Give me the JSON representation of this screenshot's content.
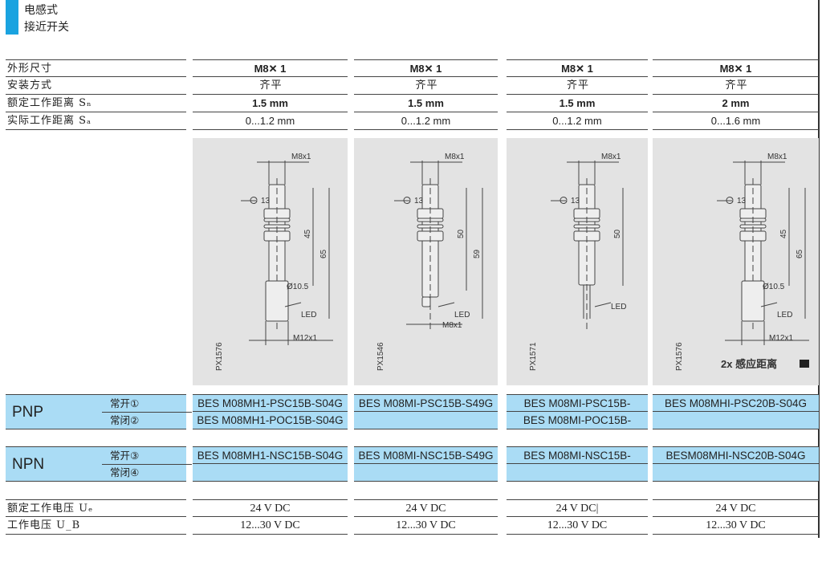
{
  "header": {
    "line1": "电感式",
    "line2": "接近开关"
  },
  "specs": {
    "labels": [
      "外形尺寸",
      "安装方式",
      "额定工作距离 Sₙ",
      "实际工作距离 Sₐ"
    ],
    "columns": [
      {
        "size": "M8✕ 1",
        "mount": "齐平",
        "sn": "1.5 mm",
        "sa": "0...1.2 mm"
      },
      {
        "size": "M8✕ 1",
        "mount": "齐平",
        "sn": "1.5 mm",
        "sa": "0...1.2 mm"
      },
      {
        "size": "M8✕ 1",
        "mount": "齐平",
        "sn": "1.5 mm",
        "sa": "0...1.2 mm"
      },
      {
        "size": "M8✕ 1",
        "mount": "齐平",
        "sn": "2 mm",
        "sa": "0...1.6 mm"
      }
    ]
  },
  "drawings": [
    {
      "code": "PX1576",
      "thread": "M8x1",
      "wrench": "13",
      "dim1": "45",
      "dim2": "65",
      "dia": "Ø10.5",
      "led": "LED",
      "bottom": "M12x1",
      "note": ""
    },
    {
      "code": "PX1546",
      "thread": "M8x1",
      "wrench": "13",
      "dim1": "50",
      "dim2": "59",
      "dia": "",
      "led": "LED",
      "bottom": "M8x1",
      "note": ""
    },
    {
      "code": "PX1571",
      "thread": "M8x1",
      "wrench": "13",
      "dim1": "50",
      "dim2": "",
      "dia": "",
      "led": "LED",
      "bottom": "",
      "note": ""
    },
    {
      "code": "PX1576",
      "thread": "M8x1",
      "wrench": "13",
      "dim1": "45",
      "dim2": "65",
      "dia": "Ø10.5",
      "led": "LED",
      "bottom": "M12x1",
      "note": "2x 感应距离"
    }
  ],
  "pnp": {
    "label": "PNP",
    "no": "常开①",
    "nc": "常闭②",
    "no_parts": [
      "BES M08MH1-PSC15B-S04G",
      "BES M08MI-PSC15B-S49G",
      "BES M08MI-PSC15B-",
      "BES M08MHI-PSC20B-S04G"
    ],
    "nc_parts": [
      "BES M08MH1-POC15B-S04G",
      "",
      "BES M08MI-POC15B-",
      ""
    ]
  },
  "npn": {
    "label": "NPN",
    "no": "常开③",
    "nc": "常闭④",
    "no_parts": [
      "BES M08MH1-NSC15B-S04G",
      "BES M08MI-NSC15B-S49G",
      "BES M08MI-NSC15B-",
      "BESM08MHI-NSC20B-S04G"
    ],
    "nc_parts": [
      "",
      "",
      "",
      ""
    ]
  },
  "voltage": {
    "labels": [
      "额定工作电压 Uₑ",
      "工作电压 U_B"
    ],
    "ue": [
      "24 V DC",
      "24 V DC",
      "24 V DC|",
      "24 V DC"
    ],
    "ub": [
      "12...30 V DC",
      "12...30 V DC",
      "12...30 V DC",
      "12...30 V DC"
    ]
  }
}
